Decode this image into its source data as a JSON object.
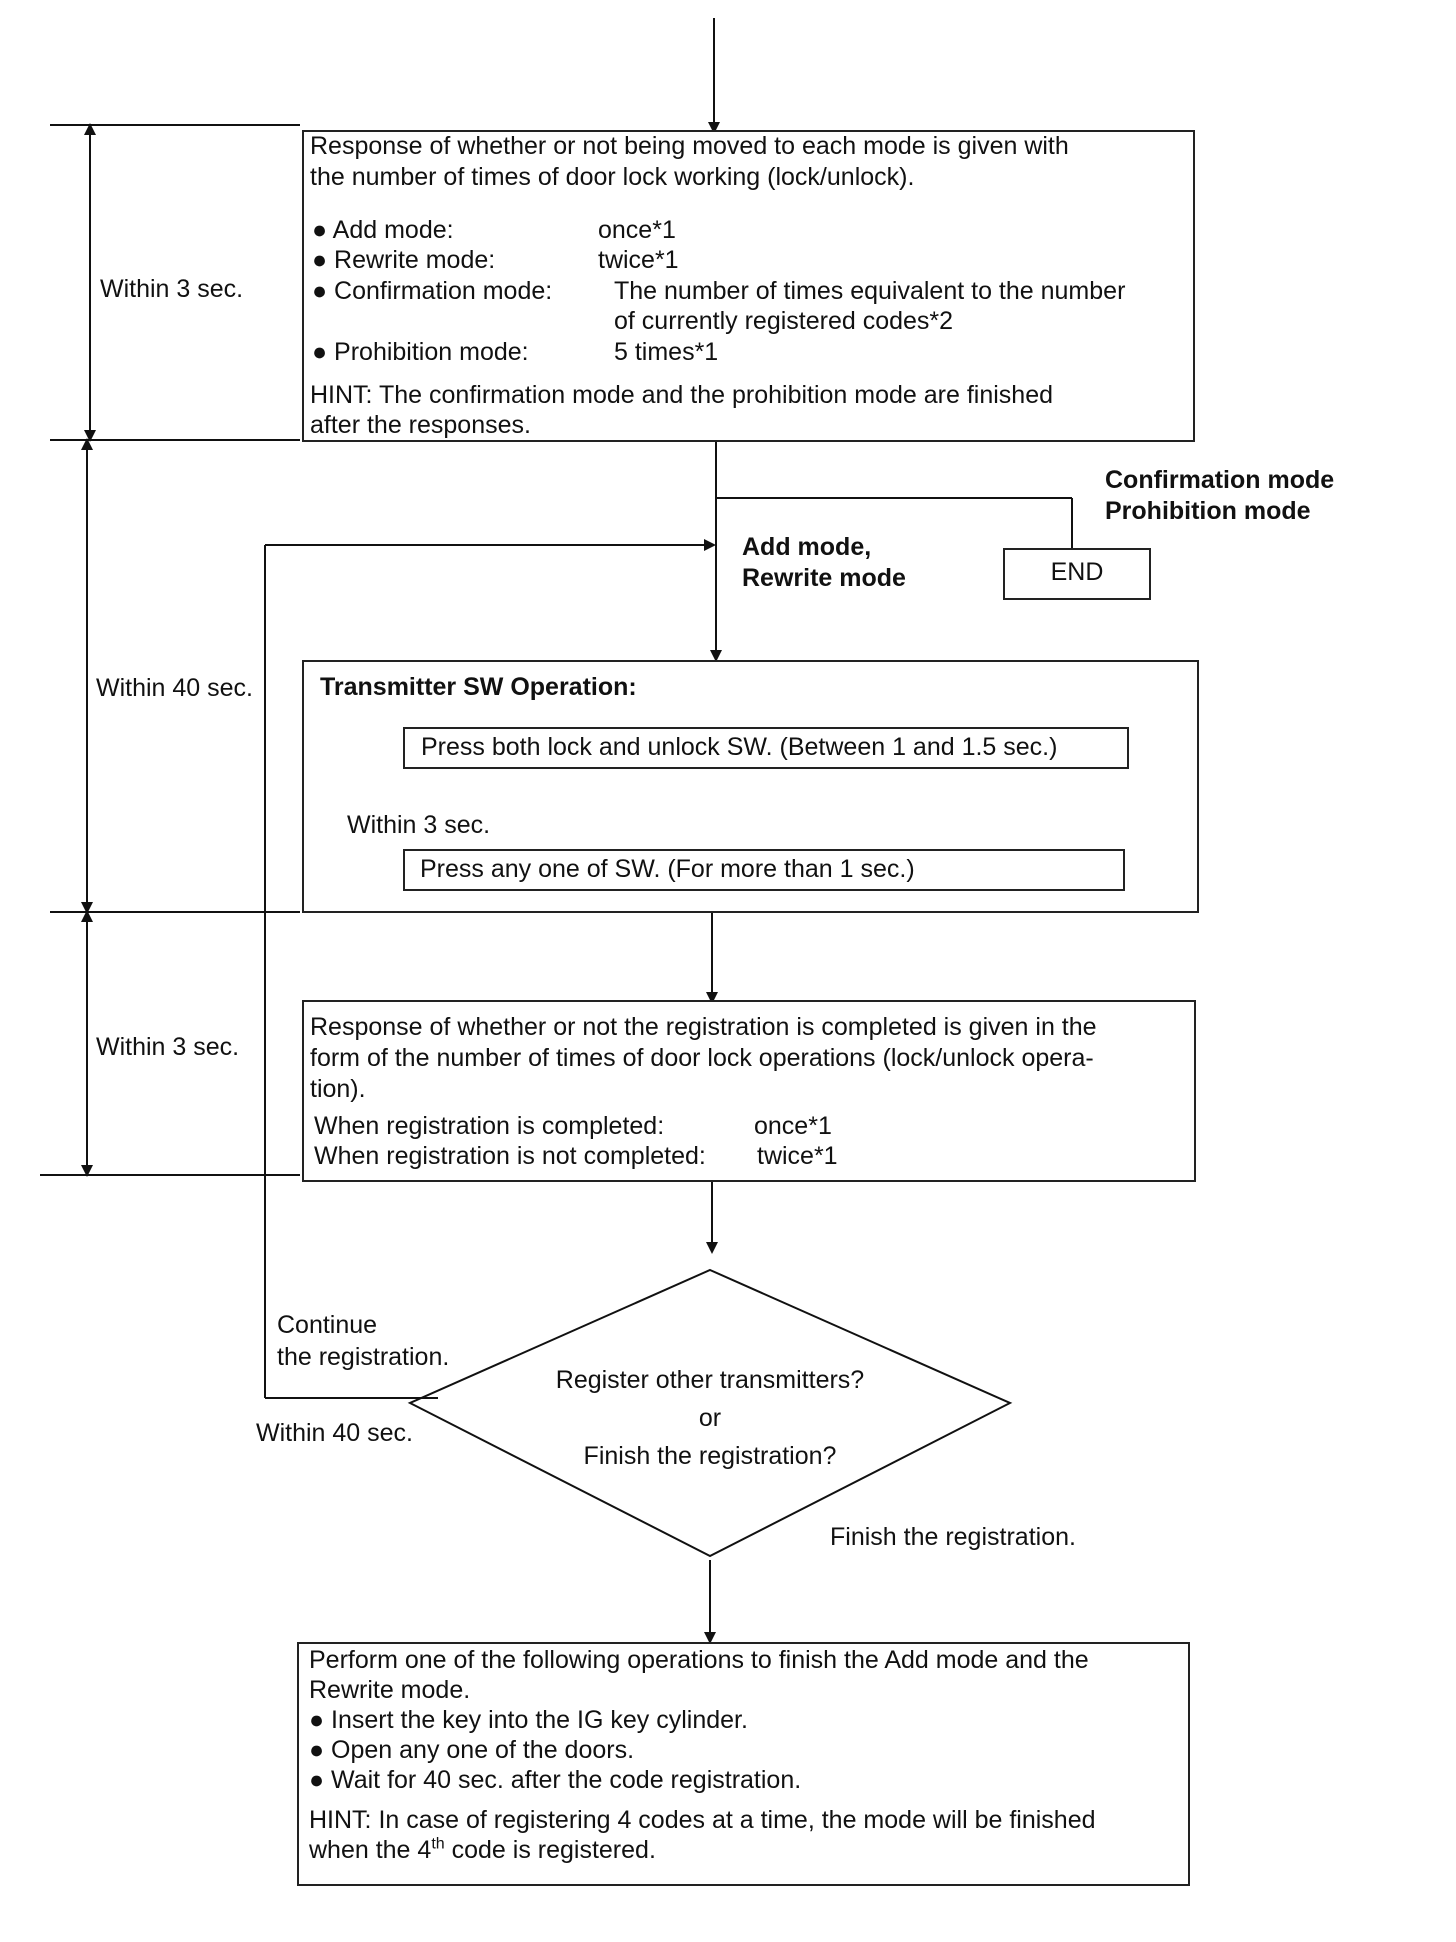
{
  "box1": {
    "line1": "Response of whether or not being moved to each mode is given with",
    "line2": "the number of times of door lock working (lock/unlock).",
    "items": [
      {
        "label": "● Add mode:",
        "value": "once*1"
      },
      {
        "label": "● Rewrite mode:",
        "value": "twice*1"
      },
      {
        "label": "● Confirmation mode:",
        "value": "The number of times equivalent to the number",
        "value2": "of currently registered codes*2"
      },
      {
        "label": "● Prohibition mode:",
        "value": "5 times*1"
      }
    ],
    "hint1": "HINT: The confirmation mode and the prohibition mode are finished",
    "hint2": "after the responses."
  },
  "branch": {
    "confirm_label": "Confirmation mode",
    "prohibit_label": "Prohibition mode",
    "end_label": "END",
    "add_label": "Add mode,",
    "rewrite_label": "Rewrite mode"
  },
  "box2": {
    "title": "Transmitter SW Operation:",
    "step1": "Press both lock and unlock SW. (Between 1 and 1.5 sec.)",
    "inner_time": "Within 3 sec.",
    "step2": "Press any one of SW. (For more than 1 sec.)"
  },
  "box3": {
    "line1": "Response of whether or not the registration is completed is given in the",
    "line2": "form of the number of times of door lock operations (lock/unlock opera-",
    "line3": "tion).",
    "completed_label": "When registration is completed:",
    "completed_value": "once*1",
    "not_completed_label": "When registration is not completed:",
    "not_completed_value": "twice*1"
  },
  "decision": {
    "line1": "Register other transmitters?",
    "line2": "or",
    "line3": "Finish the registration?",
    "continue1": "Continue",
    "continue2": "the registration.",
    "within40": "Within 40 sec.",
    "finish": "Finish the registration."
  },
  "box4": {
    "line1": "Perform one of the following operations to finish the Add mode and the",
    "line2": "Rewrite mode.",
    "bullets": [
      "● Insert the key into the IG key cylinder.",
      "● Open any one of the doors.",
      "● Wait for 40 sec. after the code registration."
    ],
    "hint1": "HINT: In case of registering 4 codes at a time, the mode will be finished",
    "hint2_pre": "when the 4",
    "hint2_sup": "th",
    "hint2_post": " code is registered."
  },
  "timeline": {
    "t1": "Within 3 sec.",
    "t2": "Within 40 sec.",
    "t3": "Within 3 sec."
  }
}
